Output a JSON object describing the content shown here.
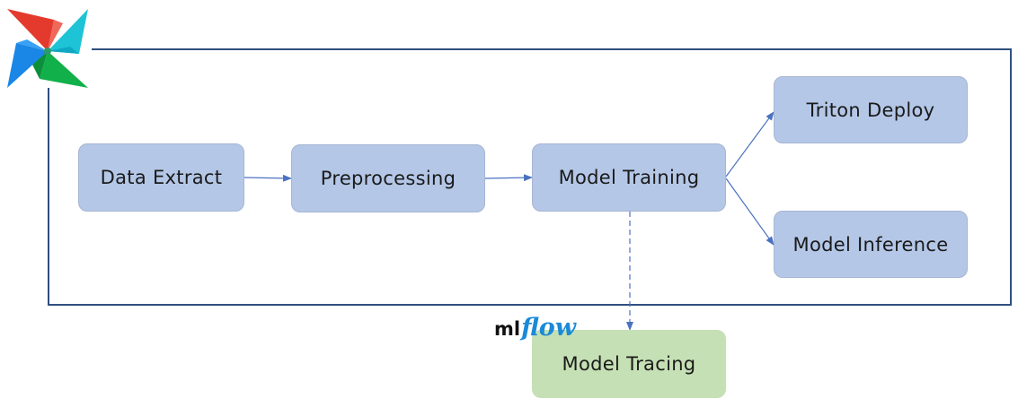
{
  "nodes": {
    "data_extract": "Data Extract",
    "preprocessing": "Preprocessing",
    "model_training": "Model Training",
    "triton_deploy": "Triton Deploy",
    "model_inference": "Model Inference",
    "model_tracing": "Model Tracing"
  },
  "mlflow_logo": {
    "ml": "ml",
    "flow": "flow"
  },
  "logos": {
    "pinwheel": "airflow-pinwheel-icon"
  },
  "colors": {
    "frame": "#2f4f7f",
    "node_fill": "#b4c7e7",
    "tracing_fill": "#c5e0b4",
    "arrow": "#4a72c0",
    "mlflow_blue": "#1b8ad8"
  }
}
